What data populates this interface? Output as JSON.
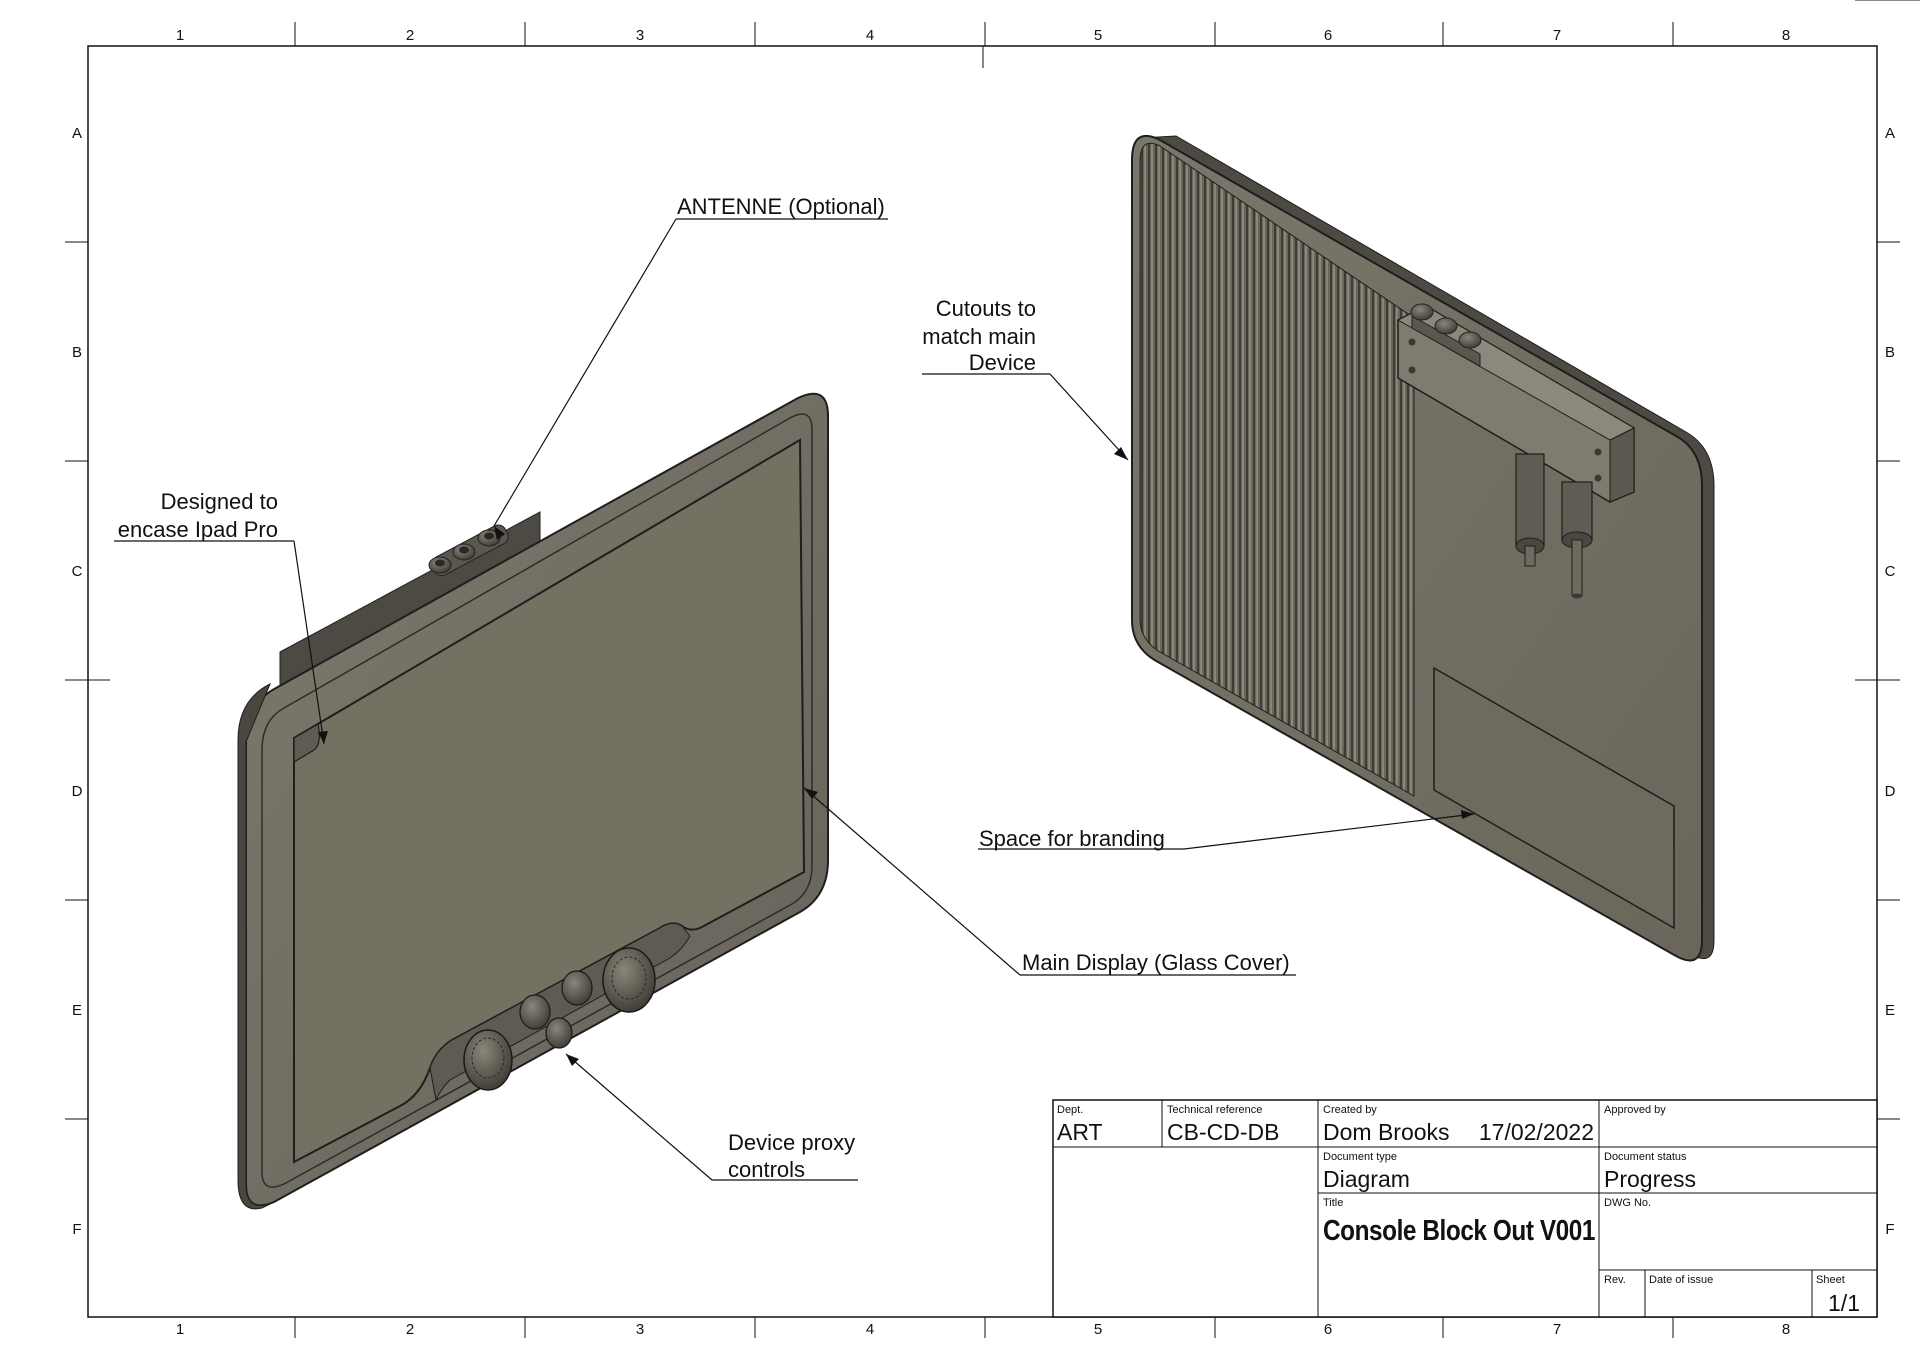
{
  "grid": {
    "columns": [
      "1",
      "2",
      "3",
      "4",
      "5",
      "6",
      "7",
      "8"
    ],
    "rows": [
      "A",
      "B",
      "C",
      "D",
      "E",
      "F"
    ]
  },
  "annotations": {
    "antenna": "ANTENNE (Optional)",
    "designed_line1": "Designed to",
    "designed_line2": "encase Ipad Pro",
    "cutouts_line1": "Cutouts to",
    "cutouts_line2": "match main",
    "cutouts_line3": "Device",
    "branding": "Space for branding",
    "main_display": "Main Display (Glass Cover)",
    "controls_line1": "Device proxy",
    "controls_line2": "controls"
  },
  "title_block": {
    "dept_label": "Dept.",
    "dept_value": "ART",
    "techref_label": "Technical reference",
    "techref_value": "CB-CD-DB",
    "created_label": "Created by",
    "created_value": "Dom Brooks",
    "created_date": "17/02/2022",
    "approved_label": "Approved by",
    "doctype_label": "Document type",
    "doctype_value": "Diagram",
    "docstatus_label": "Document status",
    "docstatus_value": "Progress",
    "title_label": "Title",
    "title_value": "Console Block Out V001",
    "dwg_label": "DWG No.",
    "rev_label": "Rev.",
    "date_issue_label": "Date of issue",
    "sheet_label": "Sheet",
    "sheet_value": "1/1"
  },
  "colors": {
    "body": "#6f6b60",
    "body_dark": "#4f4c44",
    "body_light": "#8a867a",
    "screen": "#767264",
    "line": "#1a1a1a"
  }
}
